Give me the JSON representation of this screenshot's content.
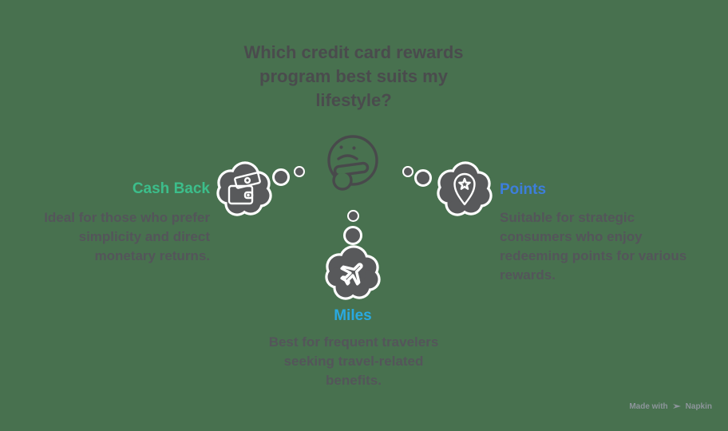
{
  "title": "Which credit card rewards\nprogram best suits my\nlifestyle?",
  "center_figure": "thinking-face-with-thought-bubbles",
  "branches": [
    {
      "id": "cash-back",
      "label": "Cash Back",
      "label_color": "#3CBE8B",
      "icon": "wallet-cash-icon",
      "description": "Ideal for those who prefer\nsimplicity and direct\nmonetary returns."
    },
    {
      "id": "points",
      "label": "Points",
      "label_color": "#3D7EDC",
      "icon": "map-pin-star-icon",
      "description": "Suitable for strategic\nconsumers who enjoy\nredeeming points for various\nrewards."
    },
    {
      "id": "miles",
      "label": "Miles",
      "label_color": "#29A9E0",
      "icon": "airplane-icon",
      "description": "Best for frequent travelers\nseeking travel-related\nbenefits."
    }
  ],
  "watermark": {
    "prefix": "Made with",
    "brand": "Napkin"
  },
  "colors": {
    "background": "#48714F",
    "cloud": "#58595B",
    "outline": "#FFFFFF",
    "title_text": "#4A4B4D",
    "body_text": "#54555A"
  }
}
